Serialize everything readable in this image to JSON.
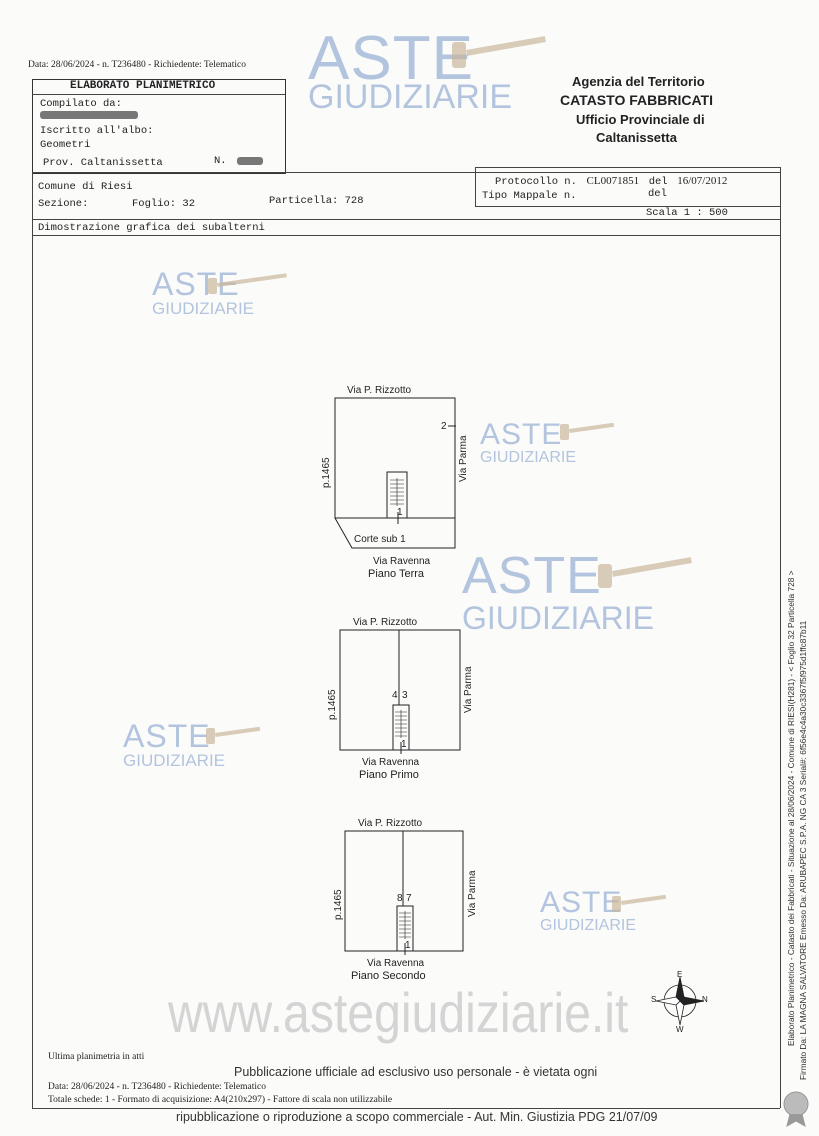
{
  "top_header": "Data: 28/06/2024 - n. T236480 - Richiedente: Telematico",
  "agency": {
    "line1": "Agenzia del Territorio",
    "line2": "CATASTO FABBRICATI",
    "line3": "Ufficio Provinciale di",
    "line4": "Caltanissetta"
  },
  "form": {
    "title": "ELABORATO PLANIMETRICO",
    "compilato_label": "Compilato da:",
    "iscritto_label": "Iscritto all'albo:",
    "albo": "Geometri",
    "prov": "Prov. Caltanissetta",
    "n_label": "N.",
    "comune": "Comune di Riesi",
    "sezione": "Sezione:",
    "foglio": "Foglio: 32",
    "particella": "Particella: 728",
    "protocollo_label": "Protocollo n.",
    "protocollo_value": "CL0071851",
    "protocollo_del": "del",
    "protocollo_date": "16/07/2012",
    "tipo_mappale": "Tipo Mappale n.",
    "tipo_del": "del",
    "scala": "Scala 1 : 500",
    "dimostrazione": "Dimostrazione grafica dei subalterni"
  },
  "watermark": {
    "aste": "ASTE",
    "giudiziarie": "GIUDIZIARIE",
    "site": "www.astegiudiziarie.it"
  },
  "plans": [
    {
      "floor": "Piano Terra",
      "north": "Via P. Rizzotto",
      "south": "Via Ravenna",
      "east": "Via Parma",
      "west": "p.1465",
      "court": "Corte sub 1",
      "subs": [
        "2",
        "1"
      ]
    },
    {
      "floor": "Piano Primo",
      "north": "Via P. Rizzotto",
      "south": "Via Ravenna",
      "east": "Via Parma",
      "west": "p.1465",
      "subs": [
        "4",
        "3",
        "1"
      ]
    },
    {
      "floor": "Piano Secondo",
      "north": "Via P. Rizzotto",
      "south": "Via Ravenna",
      "east": "Via Parma",
      "west": "p.1465",
      "subs": [
        "8",
        "7",
        "1"
      ]
    }
  ],
  "side_text": {
    "line1": "Elaborato Planimetrico - Catasto dei Fabbricati - Situazione al 28/06/2024 - Comune di RIESI(H281) - < Foglio 32 Particella 728 >",
    "line2": "Firmato Da: LA MAGNA SALVATORE Emesso Da: ARUBAPEC S.P.A. NG CA 3 Serial#: 6f56e4c4a30c3367f5f975d1ffc87b11"
  },
  "footer": {
    "ultima": "Ultima planimetria in atti",
    "data": "Data: 28/06/2024 - n. T236480 - Richiedente: Telematico",
    "totale": "Totale schede: 1 - Formato di acquisizione: A4(210x297) - Fattore di scala non utilizzabile",
    "notice1": "Pubblicazione ufficiale ad esclusivo uso personale - è vietata ogni",
    "notice2": "ripubblicazione o riproduzione a scopo commerciale - Aut. Min. Giustizia PDG 21/07/09"
  },
  "compass": {
    "n": "N",
    "s": "S",
    "e": "E",
    "w": "W"
  }
}
